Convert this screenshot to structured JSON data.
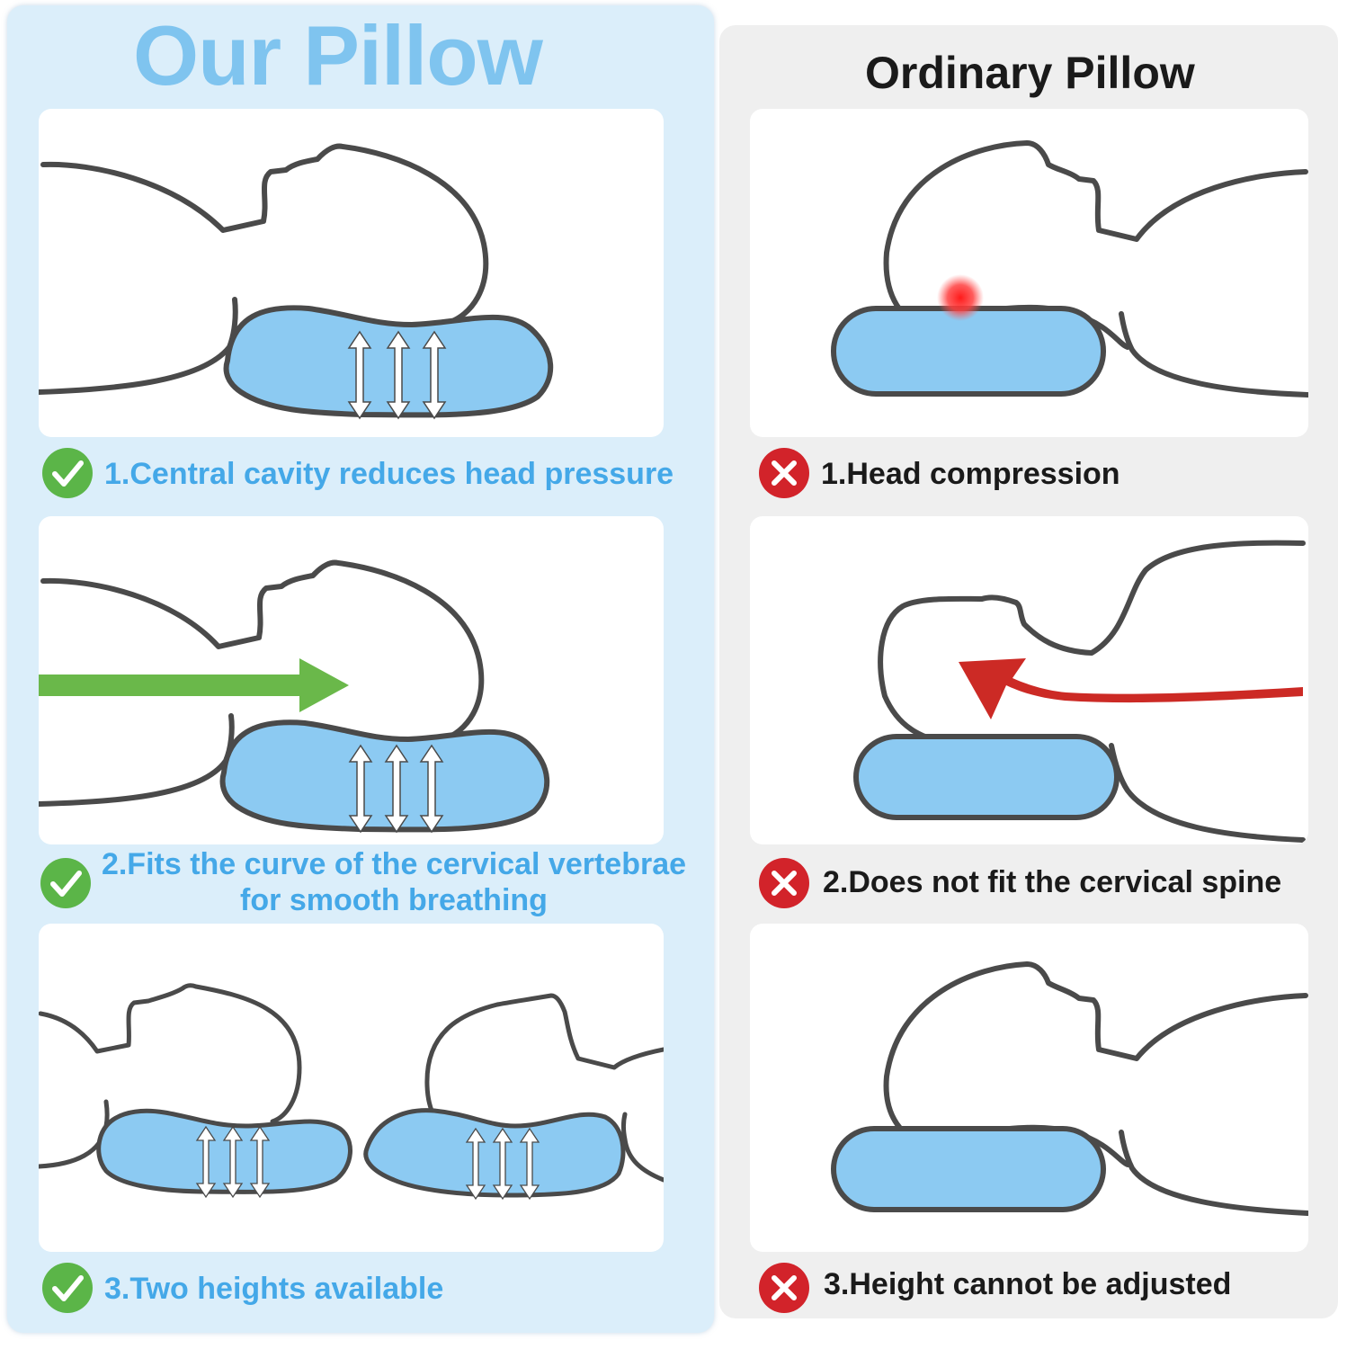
{
  "left": {
    "title": "Our Pillow",
    "items": [
      {
        "label": "1.Central cavity reduces head pressure",
        "icon": "green-check-icon"
      },
      {
        "line1": "2.Fits the curve of the cervical vertebrae",
        "line2": "for smooth breathing",
        "icon": "green-check-icon"
      },
      {
        "label": "3.Two heights available",
        "icon": "green-check-icon"
      }
    ]
  },
  "right": {
    "title": "Ordinary Pillow",
    "items": [
      {
        "label": "1.Head compression",
        "icon": "red-x-icon"
      },
      {
        "label": "2.Does not fit the cervical spine",
        "icon": "red-x-icon"
      },
      {
        "label": "3.Height cannot be adjusted",
        "icon": "red-x-icon"
      }
    ]
  },
  "colors": {
    "left_bg": "#dbeefa",
    "right_bg": "#efefef",
    "accent_blue": "#44a8e8",
    "pillow_blue": "#8ccaf2",
    "check_green": "#5bb548",
    "x_red": "#d2232a",
    "arrow_green": "#6ab84a",
    "arrow_red": "#cc2a25"
  }
}
